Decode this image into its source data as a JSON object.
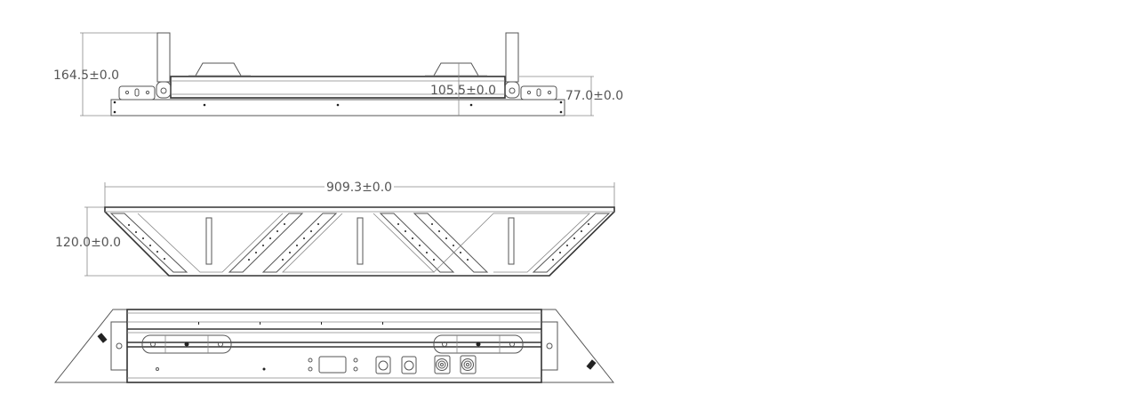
{
  "drawing": {
    "views": {
      "side_view": {
        "dimensions": {
          "overall_height": "164.5±0.0",
          "center_height": "105.5±0.0",
          "body_height": "77.0±0.0"
        }
      },
      "front_view": {
        "dimensions": {
          "overall_width": "909.3±0.0",
          "height": "120.0±0.0"
        }
      },
      "rear_view": {
        "connectors": [
          {
            "type": "display-window"
          },
          {
            "type": "xlr-connector"
          },
          {
            "type": "xlr-connector"
          },
          {
            "type": "powercon-connector"
          },
          {
            "type": "powercon-connector"
          }
        ]
      }
    },
    "colors": {
      "line": "#555555",
      "text": "#555555",
      "background": "#ffffff"
    }
  }
}
